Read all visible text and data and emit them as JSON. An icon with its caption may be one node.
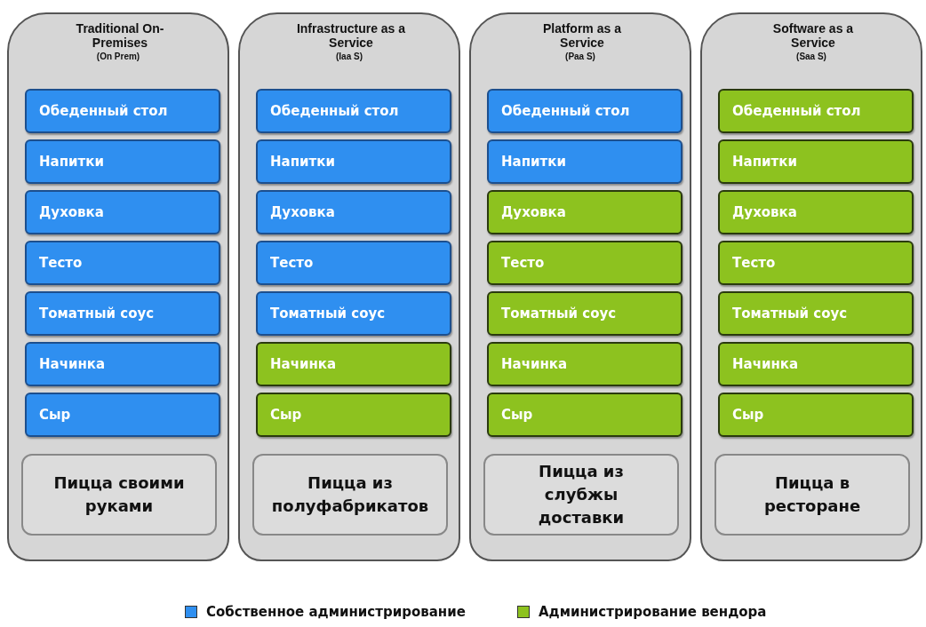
{
  "diagram": {
    "nodes": [
      {
        "text": [
          "Traditional On-Premises",
          "(On Prem)"
        ]
      },
      {
        "text": [
          "Обеденный стол"
        ],
        "in": 0
      },
      {
        "text": [
          "Напитки"
        ],
        "in": 0
      },
      {
        "text": [
          "Духовка"
        ],
        "in": 0
      },
      {
        "text": [
          "Тесто"
        ],
        "in": 0
      },
      {
        "text": [
          "Томатный соус"
        ],
        "in": 0
      },
      {
        "text": [
          "Начинка"
        ],
        "in": 0
      },
      {
        "text": [
          "Сыр"
        ],
        "in": 0
      },
      {
        "text": [
          "Пицца своими руками"
        ],
        "in": 0
      },
      {
        "text": [
          "Infrastructure as a Service",
          "(Iaa S)"
        ]
      },
      {
        "text": [
          "Обеденный стол"
        ],
        "in": 9
      },
      {
        "text": [
          "Напитки"
        ],
        "in": 9
      },
      {
        "text": [
          "Духовка"
        ],
        "in": 9
      },
      {
        "text": [
          "Тесто"
        ],
        "in": 9
      },
      {
        "text": [
          "Томатный соус"
        ],
        "in": 9
      },
      {
        "text": [
          "Начинка"
        ],
        "in": 9
      },
      {
        "text": [
          "Сыр"
        ],
        "in": 9
      },
      {
        "text": [
          "Пицца из полуфабрикатов"
        ],
        "in": 9
      },
      {
        "text": [
          "Platform as a Service",
          "(Paa S)"
        ]
      },
      {
        "text": [
          "Обеденный стол"
        ],
        "in": 18
      },
      {
        "text": [
          "Напитки"
        ],
        "in": 18
      },
      {
        "text": [
          "Духовка"
        ],
        "in": 18
      },
      {
        "text": [
          "Тесто"
        ],
        "in": 18
      },
      {
        "text": [
          "Томатный соус"
        ],
        "in": 18
      },
      {
        "text": [
          "Начинка"
        ],
        "in": 18
      },
      {
        "text": [
          "Сыр"
        ],
        "in": 18
      },
      {
        "text": [
          "Пицца из слубжы доставки"
        ],
        "in": 18
      },
      {
        "text": [
          "Software as a Service",
          "(Saa S)"
        ]
      },
      {
        "text": [
          "Обеденный стол"
        ],
        "in": 27
      },
      {
        "text": [
          "Напитки"
        ],
        "in": 27
      },
      {
        "text": [
          "Духовка"
        ],
        "in": 27
      },
      {
        "text": [
          "Тесто"
        ],
        "in": 27
      },
      {
        "text": [
          "Томатный соус"
        ],
        "in": 27
      },
      {
        "text": [
          "Начинка"
        ],
        "in": 27
      },
      {
        "text": [
          "Сыр"
        ],
        "in": 27
      },
      {
        "text": [
          "Пицца в ресторане"
        ],
        "in": 27
      }
    ],
    "legend": [
      {
        "text": "Собственное администрирование",
        "color": "#2f8ff0"
      },
      {
        "text": "Администрирование вендора",
        "color": "#8dc21f"
      }
    ]
  }
}
